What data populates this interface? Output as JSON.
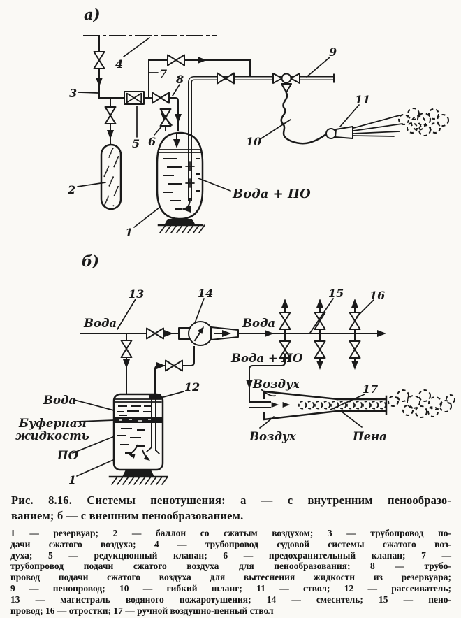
{
  "caption": {
    "lines": [
      "Рис. 8.16. Системы пенотушения: а — с внутренним пенообразо-",
      "ванием; б — с внешним пенообразованием."
    ]
  },
  "legend": {
    "lines": [
      "1 — резервуар; 2 — баллон со сжатым воздухом; 3 — трубопровод по-",
      "дачи сжатого воздуха; 4 — трубопровод судовой системы сжатого воз-",
      "духа; 5 — редукционный клапан; 6 — предохранительный клапан; 7 —",
      "трубопровод подачи сжатого воздуха для пенообразования; 8 — трубо-",
      "провод подачи сжатого воздуха для вытеснения жидкостн из резервуара;",
      "9 — пенопровод; 10 — гибкий шланг; 11 — ствол; 12 — рассеиватель;",
      "13 — магистраль водяного пожаротушения; 14 — смеснтель; 15 — пено-",
      "провод; 16 — отростки; 17 — ручной воздушно-пенный ствол"
    ]
  },
  "diagram_a": {
    "panel": "а)",
    "n1": "1",
    "n2": "2",
    "n3": "3",
    "n4": "4",
    "n5": "5",
    "n6": "6",
    "n7": "7",
    "n8": "8",
    "n9": "9",
    "n10": "10",
    "n11": "11",
    "water_po": "Вода + ПО"
  },
  "diagram_b": {
    "panel": "б)",
    "n1": "1",
    "n12": "12",
    "n13": "13",
    "n14": "14",
    "n15": "15",
    "n16": "16",
    "n17": "17",
    "voda_main": "Вода",
    "voda_after": "Вода",
    "voda_po": "Вода + ПО",
    "vozduh_top": "Воздух",
    "vozduh_bottom": "Воздух",
    "pena": "Пена",
    "voda_tank": "Вода",
    "buffer_line1": "Буферная",
    "buffer_line2": "жидкость",
    "po": "ПО"
  },
  "ink": "#1a1a1a",
  "paper": "#faf9f5"
}
